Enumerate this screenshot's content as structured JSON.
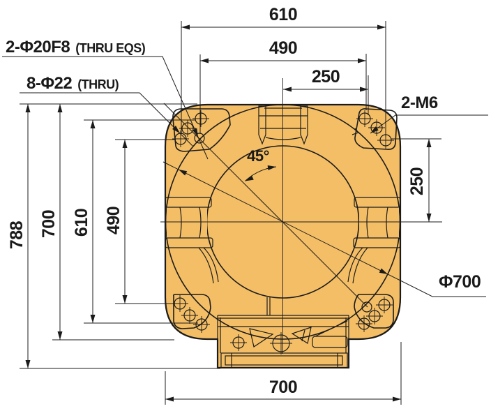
{
  "drawing": {
    "title": "robot-base-top-view-dimension-drawing",
    "angle_label": "45°",
    "diameter_label": "Φ700",
    "callouts": {
      "dowel_main": "2-Φ20F8",
      "dowel_suffix": "(THRU EQS)",
      "bolt_main": "8-Φ22",
      "bolt_suffix": "(THRU)",
      "tap_label": "2-M6"
    },
    "dims": {
      "top": [
        "610",
        "490",
        "250"
      ],
      "left": [
        "788",
        "700",
        "610",
        "490"
      ],
      "right": [
        "250"
      ],
      "bottom": [
        "700"
      ]
    },
    "colors": {
      "body_fill": "#F4BE66",
      "line": "#1B1B1B",
      "background": "#FFFFFF"
    }
  }
}
